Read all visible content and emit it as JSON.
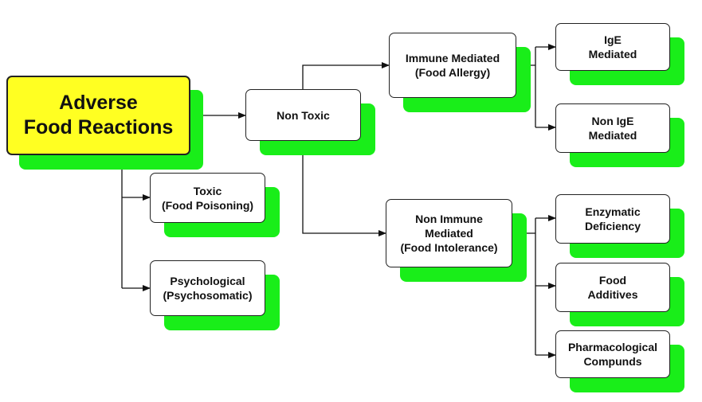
{
  "colors": {
    "root_fill": "#ffff22",
    "box_fill": "#ffffff",
    "shadow": "#19ee19",
    "line": "#111111"
  },
  "nodes": {
    "adverse_food_reactions": "Adverse\nFood Reactions",
    "non_toxic": "Non Toxic",
    "toxic": "Toxic\n(Food Poisoning)",
    "psychological": "Psychological\n(Psychosomatic)",
    "immune_mediated": "Immune Mediated\n(Food Allergy)",
    "non_immune_mediated": "Non Immune\nMediated\n(Food Intolerance)",
    "ige_mediated": "IgE\nMediated",
    "non_ige_mediated": "Non IgE\nMediated",
    "enzymatic_deficiency": "Enzymatic\nDeficiency",
    "food_additives": "Food\nAdditives",
    "pharmacological_compunds": "Pharmacological\nCompunds"
  }
}
